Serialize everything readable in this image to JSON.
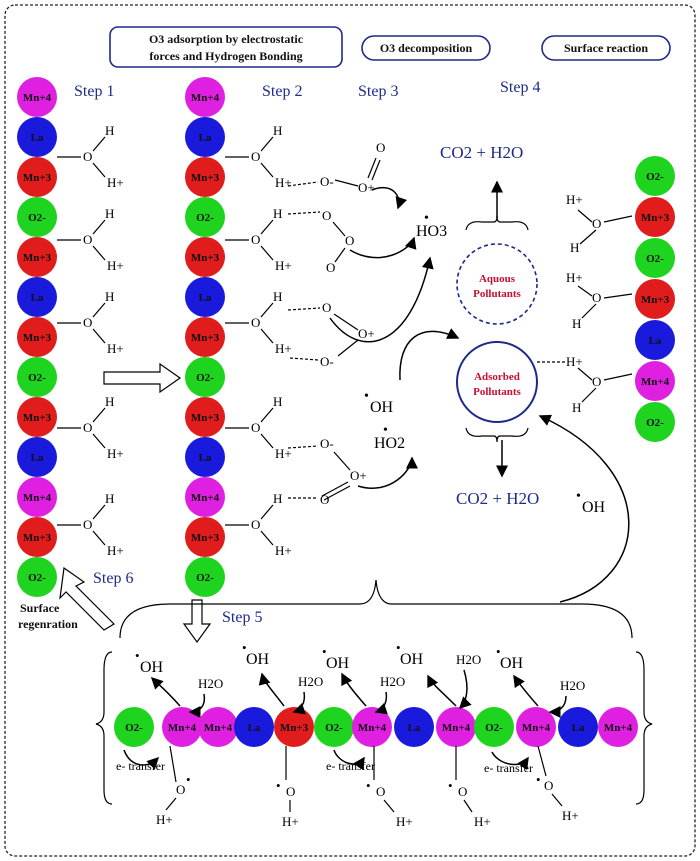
{
  "headers": {
    "adsorption_line1": "O3 adsorption by electrostatic",
    "adsorption_line2": "forces and Hydrogen Bonding",
    "decomposition": "O3 decomposition",
    "surface_reaction": "Surface reaction"
  },
  "steps": {
    "s1": "Step 1",
    "s2": "Step 2",
    "s3": "Step 3",
    "s4": "Step 4",
    "s5": "Step 5",
    "s6": "Step 6"
  },
  "species": {
    "co2_h2o": "CO2 + H2O",
    "ho3": "HO3",
    "ho2": "HO2",
    "oh": "OH",
    "h2o": "H2O",
    "h": "H",
    "hplus": "H+",
    "o": "O",
    "ominus": "O-",
    "oplus": "O+",
    "e_transfer": "e- transfer"
  },
  "pollutants": {
    "aqueous_l1": "Aquous",
    "aqueous_l2": "Pollutants",
    "adsorbed_l1": "Adsorbed",
    "adsorbed_l2": "Pollutants"
  },
  "regeneration": {
    "l1": "Surface",
    "l2": "regenration"
  },
  "colors": {
    "mn4": "#e020e0",
    "la": "#1a1adc",
    "mn3": "#e01c1c",
    "o2": "#1ed41e",
    "accent": "#1d2a8a",
    "pollutant": "#c8102e"
  },
  "column_left": [
    "Mn+4",
    "La",
    "Mn+3",
    "O2-",
    "Mn+3",
    "La",
    "Mn+3",
    "O2-",
    "Mn+3",
    "La",
    "Mn+4",
    "Mn+3",
    "O2-"
  ],
  "column_mid": [
    "Mn+4",
    "La",
    "Mn+3",
    "O2-",
    "Mn+3",
    "La",
    "Mn+3",
    "O2-",
    "Mn+3",
    "La",
    "Mn+4",
    "Mn+3",
    "O2-"
  ],
  "column_right": [
    "O2-",
    "Mn+3",
    "O2-",
    "Mn+3",
    "La",
    "Mn+4",
    "O2-"
  ],
  "bottom_row": [
    "O2-",
    "Mn+4",
    "Mn+4",
    "La",
    "Mn+3",
    "O2-",
    "Mn+4",
    "La",
    "Mn+4",
    "O2-",
    "Mn+4",
    "La",
    "Mn+4"
  ]
}
